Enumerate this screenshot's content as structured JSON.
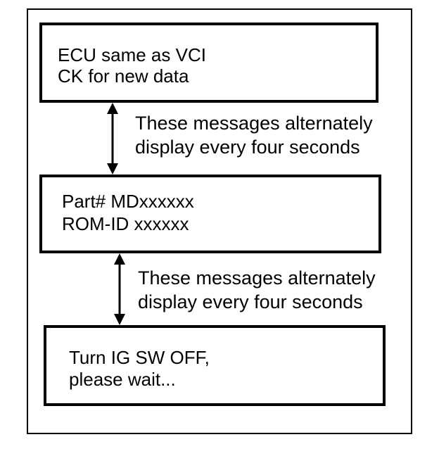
{
  "boxes": [
    {
      "lines": [
        "ECU same as VCI",
        "CK for new data"
      ]
    },
    {
      "lines": [
        "Part# MDxxxxxx",
        "ROM-ID xxxxxx"
      ]
    },
    {
      "lines": [
        "Turn IG SW OFF,",
        "please wait..."
      ]
    }
  ],
  "notes": [
    {
      "lines": [
        "These messages alternately",
        "display every four seconds"
      ]
    },
    {
      "lines": [
        "These messages alternately",
        "display every four seconds"
      ]
    }
  ],
  "icons": {
    "connector": "double-headed-vertical-arrow"
  }
}
